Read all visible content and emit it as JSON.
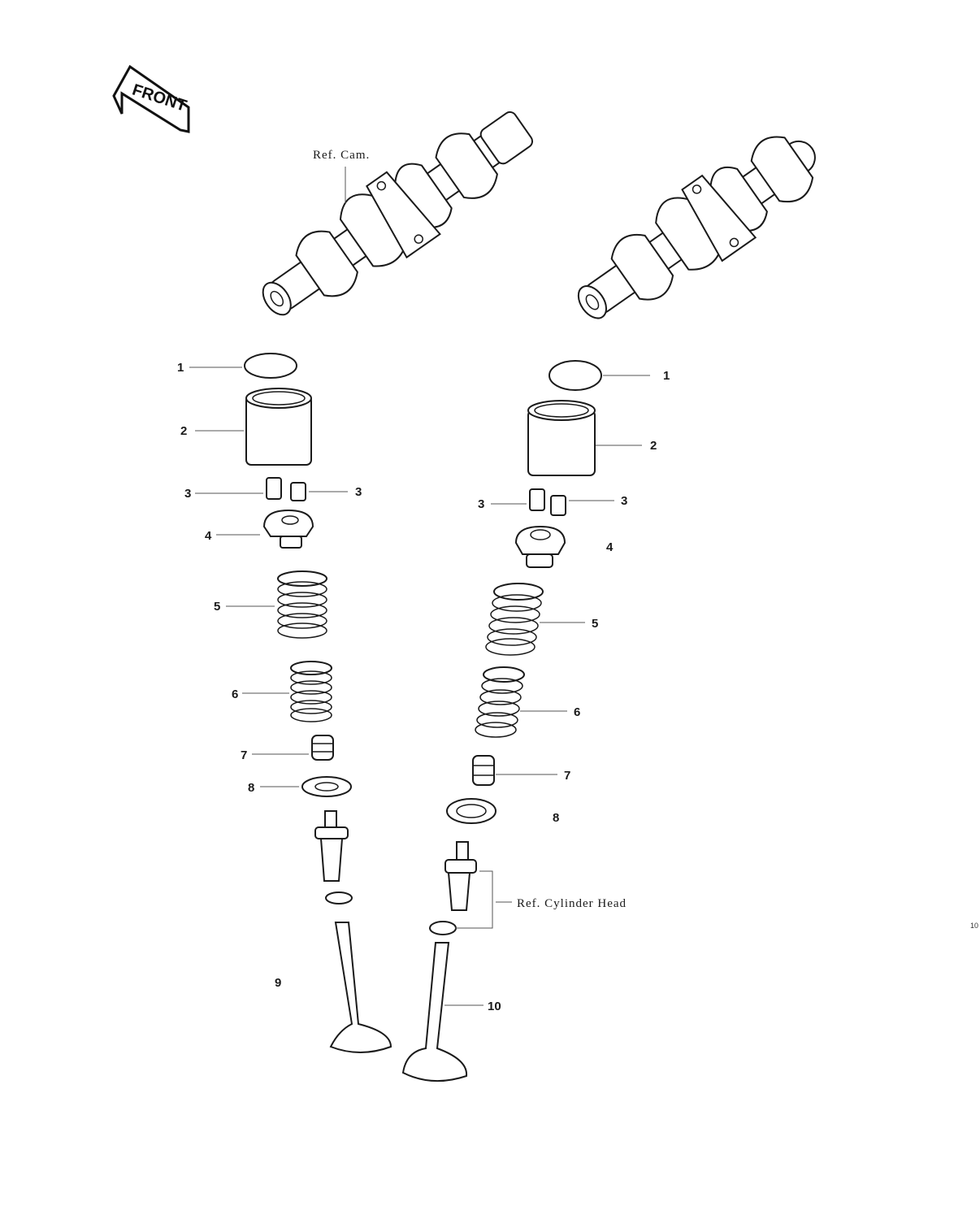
{
  "front_badge": "FRONT",
  "refs": {
    "cam": "Ref. Cam.",
    "cylinder_head": "Ref. Cylinder Head"
  },
  "labels": {
    "left": [
      "1",
      "2",
      "3",
      "3",
      "4",
      "5",
      "6",
      "7",
      "8",
      "9"
    ],
    "right": [
      "1",
      "2",
      "3",
      "3",
      "4",
      "5",
      "6",
      "7",
      "8",
      "10"
    ]
  },
  "edge_mark": "10"
}
